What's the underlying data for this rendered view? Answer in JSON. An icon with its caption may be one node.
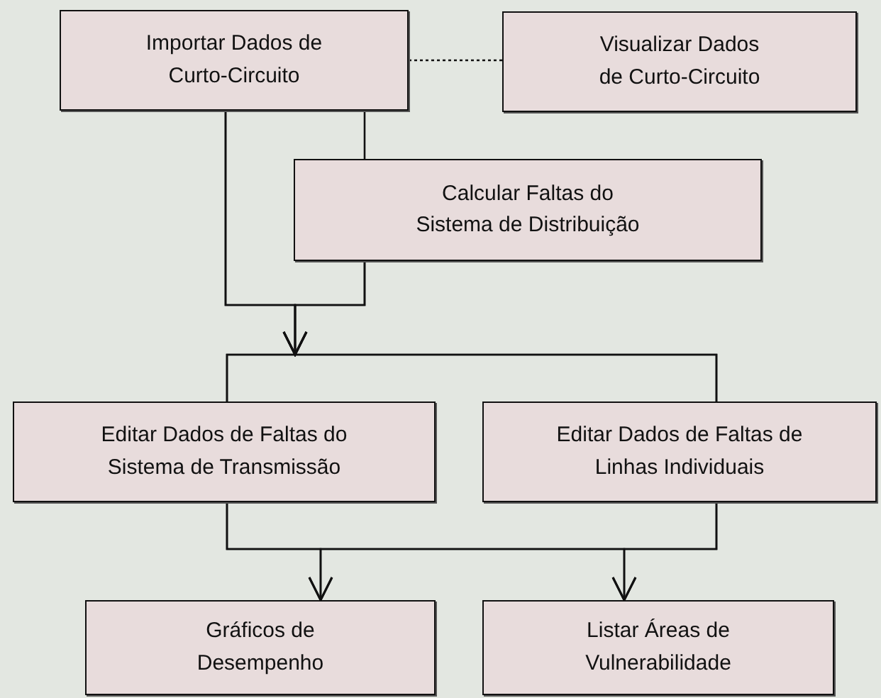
{
  "diagram": {
    "nodes": [
      {
        "text": [
          "Importar Dados de Curto-Circuito"
        ]
      },
      {
        "text": [
          "Visualizar Dados de Curto-Circuito"
        ]
      },
      {
        "text": [
          "Calcular Faltas do Sistema de Distribuição"
        ]
      },
      {
        "text": [
          "Editar Dados de Faltas do Sistema de Transmissão"
        ]
      },
      {
        "text": [
          "Editar Dados de Faltas de Linhas Individuais"
        ]
      },
      {
        "text": [
          "Gráficos de Desempenho"
        ]
      },
      {
        "text": [
          "Listar Áreas de Vulnerabilidade"
        ]
      }
    ],
    "edges": [
      {
        "from": 0,
        "to": 1,
        "arrow": "none",
        "style": "dashed"
      },
      {
        "from": 0,
        "to": 2,
        "arrow": "none"
      },
      {
        "from": 0,
        "to": 3,
        "arrow": "to"
      },
      {
        "from": 0,
        "to": 4,
        "arrow": "to"
      },
      {
        "from": 2,
        "to": 3,
        "arrow": "to"
      },
      {
        "from": 2,
        "to": 4,
        "arrow": "to"
      },
      {
        "from": 3,
        "to": 5,
        "arrow": "to"
      },
      {
        "from": 3,
        "to": 6,
        "arrow": "to"
      },
      {
        "from": 4,
        "to": 5,
        "arrow": "to"
      },
      {
        "from": 4,
        "to": 6,
        "arrow": "to"
      }
    ]
  }
}
